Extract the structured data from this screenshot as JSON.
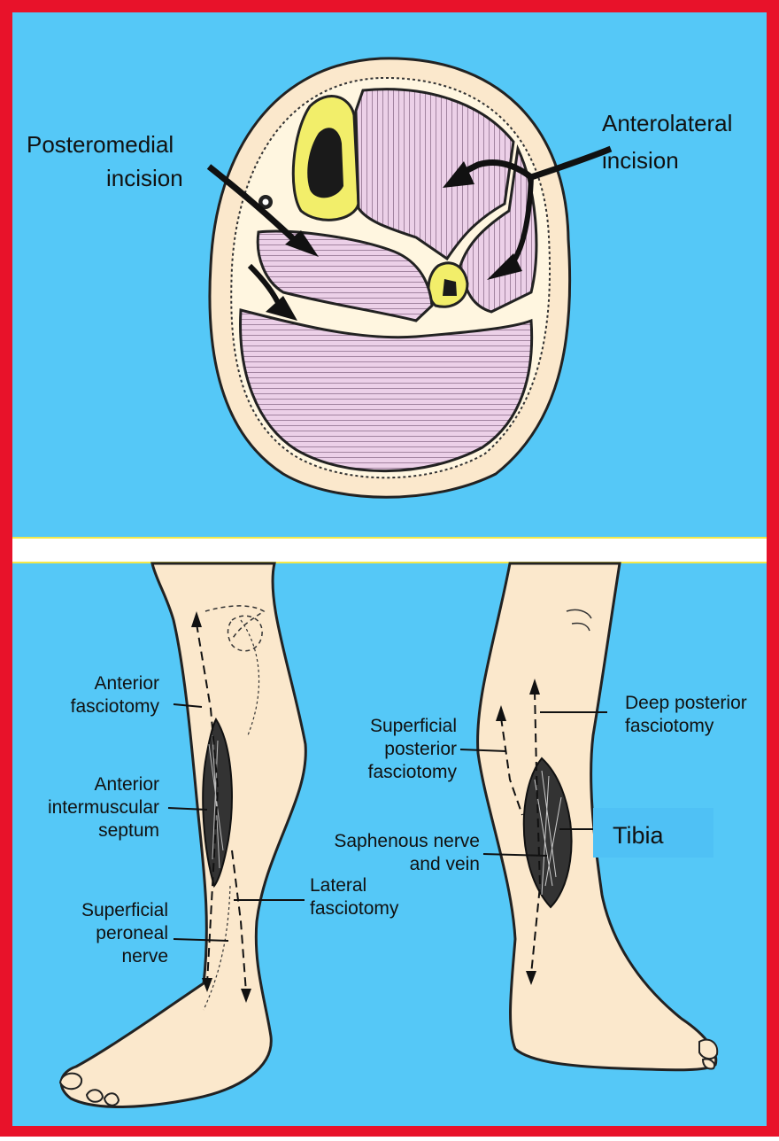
{
  "top_panel": {
    "labels": {
      "posteromedial_line1": "Posteromedial",
      "posteromedial_line2": "incision",
      "anterolateral_line1": "Anterolateral",
      "anterolateral_line2": "incision"
    }
  },
  "bottom_panel": {
    "left_leg": {
      "anterior_fasciotomy": [
        "Anterior",
        "fasciotomy"
      ],
      "anterior_septum": [
        "Anterior",
        "intermuscular",
        "septum"
      ],
      "superficial_peroneal": [
        "Superficial",
        "peroneal",
        "nerve"
      ],
      "lateral_fasciotomy": [
        "Lateral",
        "fasciotomy"
      ]
    },
    "right_leg": {
      "deep_posterior": [
        "Deep posterior",
        "fasciotomy"
      ],
      "superficial_posterior": [
        "Superficial",
        "posterior",
        "fasciotomy"
      ],
      "saphenous": [
        "Saphenous nerve",
        "and vein"
      ],
      "tibia": "Tibia"
    }
  },
  "colors": {
    "border": "#e8122a",
    "background": "#55c8f7",
    "skin": "#fbe8cc",
    "muscle": "#ecd0e8",
    "bone": "#f2ee6a",
    "tibia_box": "#4fc1f5"
  }
}
